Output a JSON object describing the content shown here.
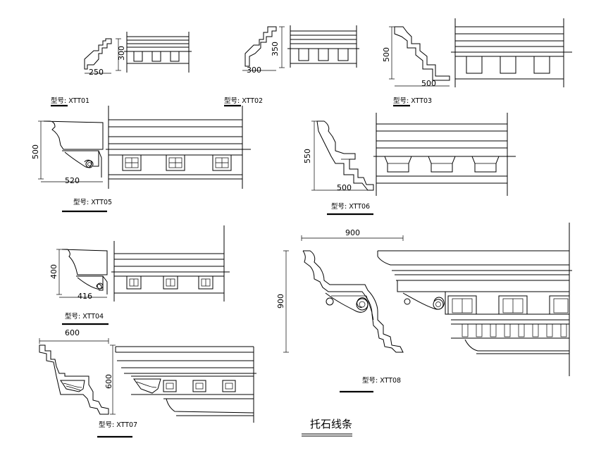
{
  "drawing": {
    "title": "托石线条",
    "models": [
      {
        "id": "xtt01",
        "label": "型号: XTT01",
        "dims": [
          "300",
          "250"
        ]
      },
      {
        "id": "xtt02",
        "label": "型号: XTT02",
        "dims": [
          "350",
          "300"
        ]
      },
      {
        "id": "xtt03",
        "label": "型号: XTT03",
        "dims": [
          "500",
          "500"
        ]
      },
      {
        "id": "xtt05",
        "label": "型号: XTT05",
        "dims": [
          "500",
          "520"
        ]
      },
      {
        "id": "xtt06",
        "label": "型号: XTT06",
        "dims": [
          "550",
          "500"
        ]
      },
      {
        "id": "xtt04",
        "label": "型号: XTT04",
        "dims": [
          "400",
          "416"
        ]
      },
      {
        "id": "xtt07",
        "label": "型号: XTT07",
        "dims": [
          "600",
          "600"
        ]
      },
      {
        "id": "xtt08",
        "label": "型号: XTT08",
        "dims": [
          "900",
          "900"
        ]
      }
    ]
  }
}
